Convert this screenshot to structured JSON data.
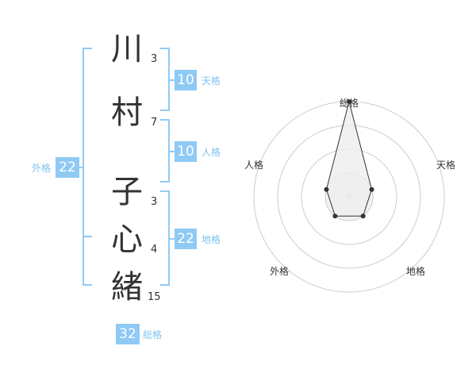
{
  "name_chars": [
    {
      "char": "川",
      "strokes": "3"
    },
    {
      "char": "村",
      "strokes": "7"
    },
    {
      "char": "子",
      "strokes": "3"
    },
    {
      "char": "心",
      "strokes": "4"
    },
    {
      "char": "緒",
      "strokes": "15"
    }
  ],
  "fortunes": {
    "tenkaku": {
      "value": "10",
      "label": "天格"
    },
    "jinkaku": {
      "value": "10",
      "label": "人格"
    },
    "chikaku": {
      "value": "22",
      "label": "地格"
    },
    "gaikaku": {
      "value": "22",
      "label": "外格"
    },
    "soukaku": {
      "value": "32",
      "label": "総格"
    }
  },
  "radar": {
    "axes": [
      "総格",
      "天格",
      "地格",
      "外格",
      "人格"
    ],
    "levels": [
      4,
      1,
      1,
      1,
      1
    ],
    "max_level": 4,
    "colors": {
      "fill": "#eeeeee",
      "stroke": "#333333",
      "grid": "#cccccc",
      "accent": "#8fcaf5"
    }
  }
}
